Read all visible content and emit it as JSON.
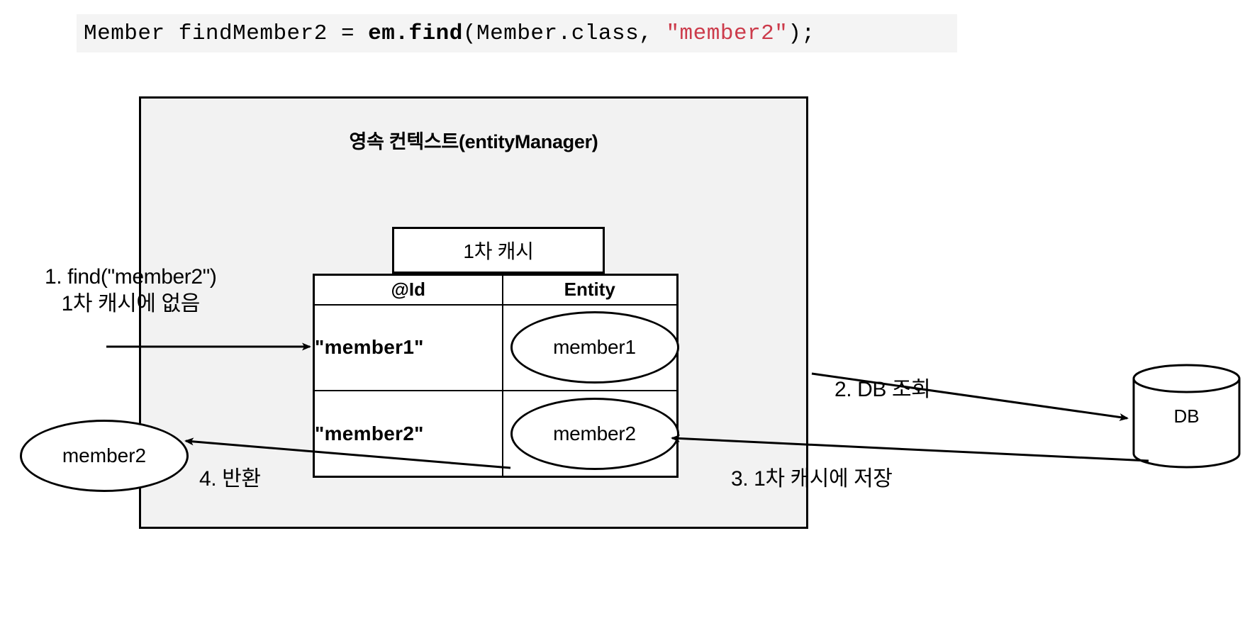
{
  "code": {
    "prefix": "Member findMember2 = ",
    "method": "em.find",
    "args_open": "(Member.class, ",
    "string_literal": "\"member2\"",
    "args_close": ");"
  },
  "persistence_context": {
    "title": "영속 컨텍스트(entityManager)",
    "cache_caption": "1차 캐시",
    "table": {
      "headers": [
        "@Id",
        "Entity"
      ],
      "rows": [
        {
          "id": "\"member1\"",
          "entity": "member1"
        },
        {
          "id": "\"member2\"",
          "entity": "member2"
        }
      ]
    }
  },
  "database": {
    "label": "DB"
  },
  "returned_entity": {
    "label": "member2"
  },
  "steps": {
    "step1_line1": "1. find(\"member2\")",
    "step1_line2": "1차 캐시에 없음",
    "step2": "2. DB 조회",
    "step3": "3. 1차 캐시에 저장",
    "step4": "4. 반환"
  },
  "colors": {
    "background": "#ffffff",
    "code_background": "#f4f4f4",
    "string_literal": "#cc3b4b",
    "context_fill": "#f2f2f2",
    "stroke": "#000000",
    "box_fill": "#ffffff"
  }
}
